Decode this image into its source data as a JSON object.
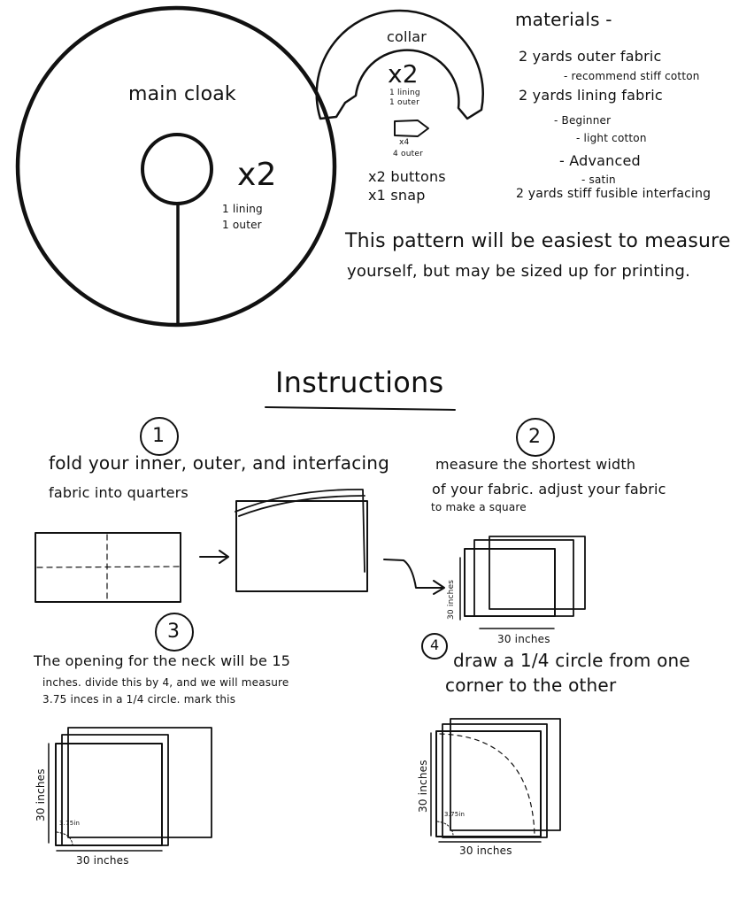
{
  "pattern": {
    "main_cloak_label": "main cloak",
    "main_cloak_count": "x2",
    "main_cloak_lining": "1 lining",
    "main_cloak_outer": "1 outer",
    "collar_label": "collar",
    "collar_count": "x2",
    "collar_lining": "1 lining",
    "collar_outer": "1 outer",
    "tab_count": "x4",
    "tab_outer": "4 outer",
    "buttons": "x2 buttons",
    "snap": "x1 snap"
  },
  "materials": {
    "title": "materials -",
    "items": [
      "2 yards outer fabric",
      "- recommend stiff cotton",
      "2 yards lining fabric",
      "- Beginner",
      "- light cotton",
      "- Advanced",
      "- satin",
      "2 yards stiff fusible interfacing"
    ]
  },
  "note": {
    "line1": "This pattern will be easiest to measure",
    "line2": "yourself, but may be sized up for printing."
  },
  "instructions": {
    "title": "Instructions",
    "steps": [
      {
        "num": "1",
        "line1": "fold your inner, outer, and interfacing",
        "line2": "fabric into quarters"
      },
      {
        "num": "2",
        "line1": "measure the shortest width",
        "line2": "of your fabric. adjust your fabric",
        "line3": "to make a square"
      },
      {
        "num": "3",
        "line1": "The opening for the neck will be 15",
        "line2": "inches. divide this by 4, and we will measure",
        "line3": "3.75 inces in a 1/4 circle. mark this"
      },
      {
        "num": "4",
        "line1": "draw a 1/4 circle from one",
        "line2": "corner to the other"
      }
    ],
    "dim_30": "30 inches",
    "dim_375": "3.75in"
  }
}
